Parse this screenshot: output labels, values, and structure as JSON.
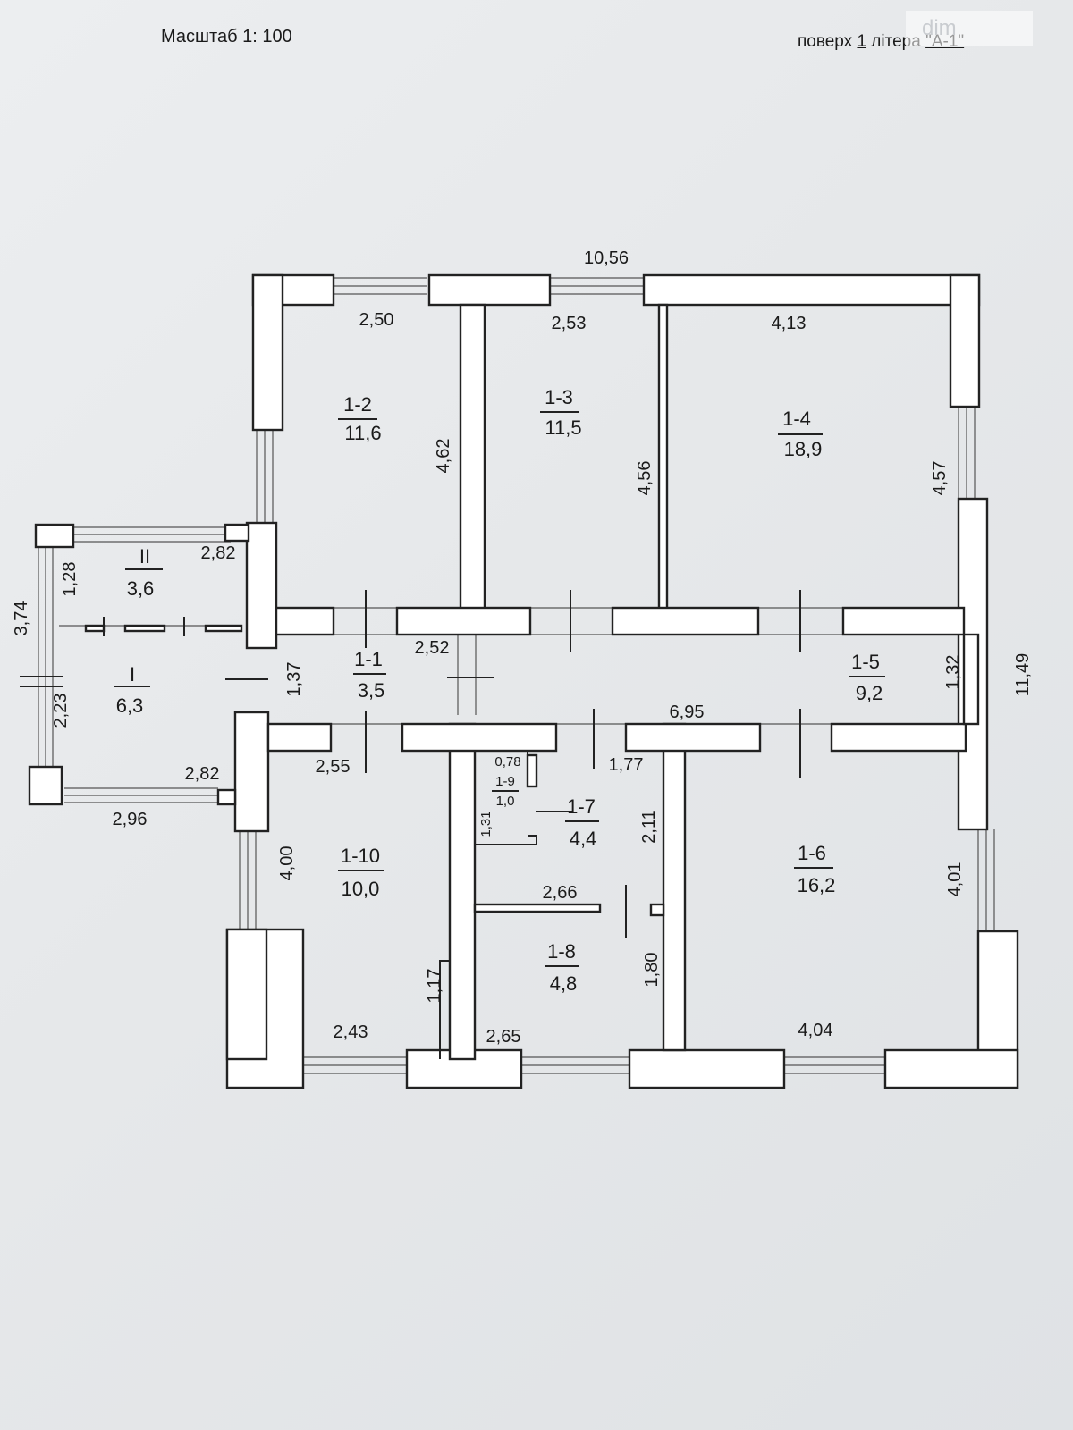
{
  "header": {
    "scale": "Масштаб 1: 100",
    "floor_prefix": "поверх",
    "floor_value": "1",
    "letter_prefix": "літера",
    "letter_value": "\"А-1\""
  },
  "watermark": "dim",
  "rooms": [
    {
      "id": "1-1",
      "area": "3,5"
    },
    {
      "id": "1-2",
      "area": "11,6"
    },
    {
      "id": "1-3",
      "area": "11,5"
    },
    {
      "id": "1-4",
      "area": "18,9"
    },
    {
      "id": "1-5",
      "area": "9,2"
    },
    {
      "id": "1-6",
      "area": "16,2"
    },
    {
      "id": "1-7",
      "area": "4,4"
    },
    {
      "id": "1-8",
      "area": "4,8"
    },
    {
      "id": "1-9",
      "area": "1,0"
    },
    {
      "id": "1-10",
      "area": "10,0"
    },
    {
      "id": "I",
      "area": "6,3"
    },
    {
      "id": "II",
      "area": "3,6"
    }
  ],
  "dimensions": {
    "overall_width": "10,56",
    "overall_height": "11,49",
    "d_2_50": "2,50",
    "d_2_53": "2,53",
    "d_4_13": "4,13",
    "d_4_62": "4,62",
    "d_4_56": "4,56",
    "d_4_57": "4,57",
    "d_2_82_top": "2,82",
    "d_1_28": "1,28",
    "d_3_74": "3,74",
    "d_2_23": "2,23",
    "d_2_82_bottom": "2,82",
    "d_2_96": "2,96",
    "d_1_37": "1,37",
    "d_2_52": "2,52",
    "d_2_55": "2,55",
    "d_6_95": "6,95",
    "d_1_32": "1,32",
    "d_0_78": "0,78",
    "d_1_31": "1,31",
    "d_1_77": "1,77",
    "d_2_11": "2,11",
    "d_2_66": "2,66",
    "d_1_80": "1,80",
    "d_4_00": "4,00",
    "d_1_17": "1,17",
    "d_2_43": "2,43",
    "d_2_65": "2,65",
    "d_4_04": "4,04",
    "d_4_01": "4,01"
  }
}
